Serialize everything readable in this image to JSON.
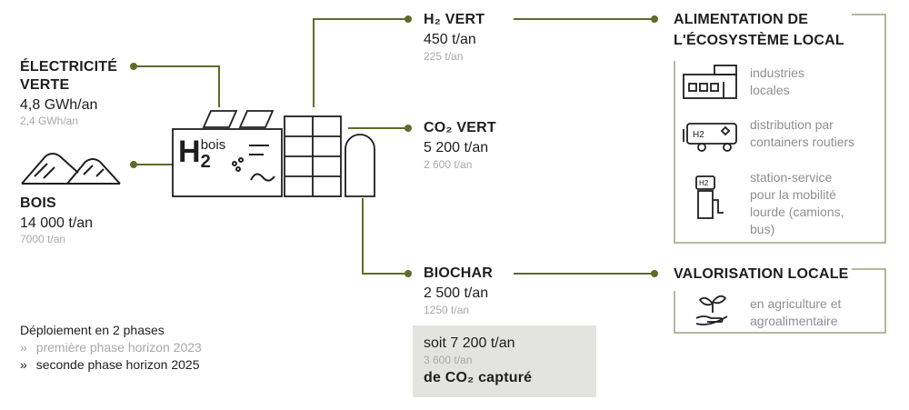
{
  "colors": {
    "line": "#5e6b2c",
    "text": "#1e1e1e",
    "muted": "#a8a8a8",
    "box": "#e4e4de"
  },
  "inputs": {
    "electricity": {
      "title_line1": "ÉLECTRICITÉ",
      "title_line2": "VERTE",
      "value": "4,8 GWh/an",
      "sub": "2,4 GWh/an"
    },
    "wood": {
      "title": "BOIS",
      "value": "14 000 t/an",
      "sub": "7000 t/an"
    }
  },
  "plant": {
    "logo_main": "H",
    "logo_sub": "2",
    "logo_sup": "bois"
  },
  "outputs": {
    "h2": {
      "title": "H₂ VERT",
      "value": "450 t/an",
      "sub": "225 t/an"
    },
    "co2": {
      "title": "CO₂ VERT",
      "value": "5 200 t/an",
      "sub": "2 600 t/an"
    },
    "biochar": {
      "title": "BIOCHAR",
      "value": "2 500 t/an",
      "sub": "1250 t/an"
    }
  },
  "capture_box": {
    "line1": "soit 7 200 t/an",
    "line2": "3 600 t/an",
    "line3": "de CO₂ capturé"
  },
  "ecosystem": {
    "title_line1": "ALIMENTATION DE",
    "title_line2": "L'ÉCOSYSTÈME LOCAL",
    "items": [
      {
        "icon": "factory-icon",
        "text_line1": "industries",
        "text_line2": "locales"
      },
      {
        "icon": "truck-icon",
        "text_line1": "distribution par",
        "text_line2": "containers routiers"
      },
      {
        "icon": "fuel-station-icon",
        "text_line1": "station-service",
        "text_line2": "pour la mobilité",
        "text_line3": "lourde (camions,",
        "text_line4": "bus)"
      }
    ]
  },
  "valorisation": {
    "title": "VALORISATION LOCALE",
    "item": {
      "icon": "plant-hand-icon",
      "text_line1": "en agriculture et",
      "text_line2": "agroalimentaire"
    }
  },
  "deployment": {
    "title": "Déploiement en 2 phases",
    "phase1": "première phase horizon 2023",
    "phase2": "seconde phase horizon 2025",
    "bullet": "»"
  }
}
